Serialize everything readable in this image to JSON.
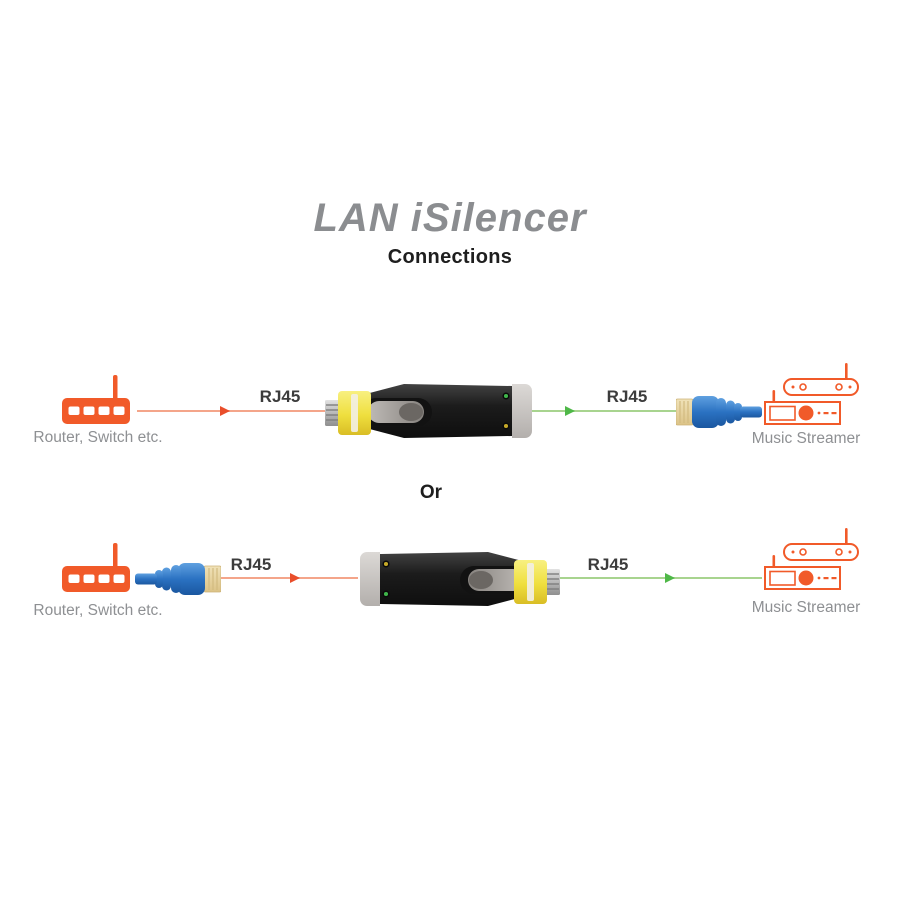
{
  "title": "LAN iSilencer",
  "subtitle": "Connections",
  "or_label": "Or",
  "rows": [
    {
      "source_label": "Router, Switch etc.",
      "left_cable_label": "RJ45",
      "right_cable_label": "RJ45",
      "dest_label": "Music Streamer"
    },
    {
      "source_label": "Router, Switch etc.",
      "left_cable_label": "RJ45",
      "right_cable_label": "RJ45",
      "dest_label": "Music Streamer"
    }
  ],
  "colors": {
    "orange": "#F15A29",
    "orange_line": "#F4A58A",
    "orange_arrow": "#E94E2B",
    "green_line": "#A8D48F",
    "green_arrow": "#4FB848",
    "led_green": "#3FB54A",
    "led_yellow": "#C4A828",
    "title_gray": "#8B8D90",
    "label_gray": "#8E9093",
    "text_dark": "#3C3C3C",
    "heading_dark": "#1E1E1E"
  }
}
